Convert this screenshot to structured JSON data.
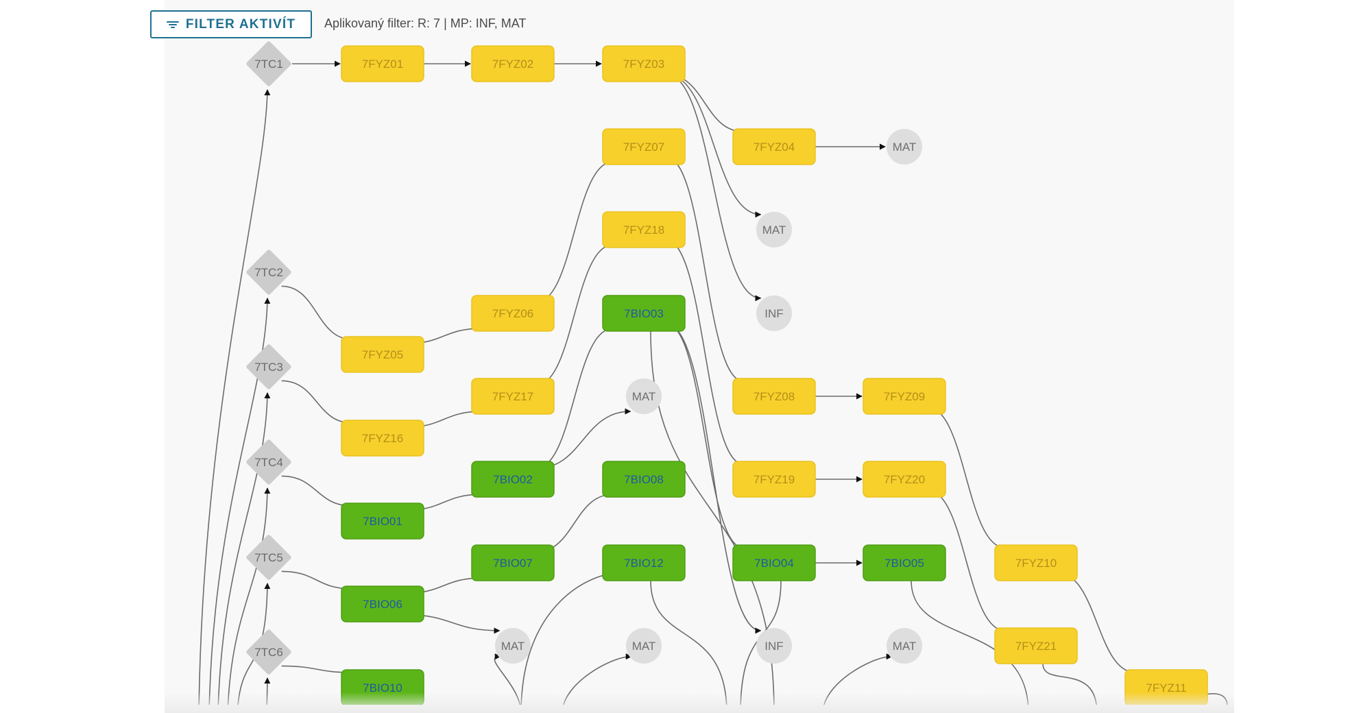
{
  "toolbar": {
    "filter_button_label": "FILTER AKTIVÍT",
    "filter_icon": "filter-lines-icon",
    "applied_filter_text": "Aplikovaný filter: R: 7 | MP: INF, MAT"
  },
  "colors": {
    "physics_node": "#f7d02c",
    "biology_node": "#5cb518",
    "physics_text": "#b58f17",
    "biology_text": "#1d5aa3",
    "topic_diamond": "#cccccc",
    "subject_circle": "#dedede",
    "edge": "#6b6b6b",
    "accent": "#1e6f91"
  },
  "diagram": {
    "nodes": [
      {
        "id": "7TC1",
        "type": "diamond"
      },
      {
        "id": "7TC2",
        "type": "diamond"
      },
      {
        "id": "7TC3",
        "type": "diamond"
      },
      {
        "id": "7TC4",
        "type": "diamond"
      },
      {
        "id": "7TC5",
        "type": "diamond"
      },
      {
        "id": "7TC6",
        "type": "diamond"
      },
      {
        "id": "7FYZ01",
        "type": "physics"
      },
      {
        "id": "7FYZ02",
        "type": "physics"
      },
      {
        "id": "7FYZ03",
        "type": "physics"
      },
      {
        "id": "7FYZ04",
        "type": "physics"
      },
      {
        "id": "7FYZ05",
        "type": "physics"
      },
      {
        "id": "7FYZ06",
        "type": "physics"
      },
      {
        "id": "7FYZ07",
        "type": "physics"
      },
      {
        "id": "7FYZ18",
        "type": "physics"
      },
      {
        "id": "7FYZ16",
        "type": "physics"
      },
      {
        "id": "7FYZ17",
        "type": "physics"
      },
      {
        "id": "7FYZ08",
        "type": "physics"
      },
      {
        "id": "7FYZ09",
        "type": "physics"
      },
      {
        "id": "7FYZ19",
        "type": "physics"
      },
      {
        "id": "7FYZ20",
        "type": "physics"
      },
      {
        "id": "7FYZ10",
        "type": "physics"
      },
      {
        "id": "7FYZ21",
        "type": "physics"
      },
      {
        "id": "7FYZ11",
        "type": "physics"
      },
      {
        "id": "7BIO01",
        "type": "biology"
      },
      {
        "id": "7BIO02",
        "type": "biology"
      },
      {
        "id": "7BIO03",
        "type": "biology"
      },
      {
        "id": "7BIO04",
        "type": "biology"
      },
      {
        "id": "7BIO05",
        "type": "biology"
      },
      {
        "id": "7BIO06",
        "type": "biology"
      },
      {
        "id": "7BIO07",
        "type": "biology"
      },
      {
        "id": "7BIO08",
        "type": "biology"
      },
      {
        "id": "7BIO10",
        "type": "biology"
      },
      {
        "id": "7BIO12",
        "type": "biology"
      },
      {
        "id": "MAT_A",
        "label": "MAT",
        "type": "circle"
      },
      {
        "id": "MAT_B",
        "label": "MAT",
        "type": "circle"
      },
      {
        "id": "INF_A",
        "label": "INF",
        "type": "circle"
      },
      {
        "id": "MAT_C",
        "label": "MAT",
        "type": "circle"
      },
      {
        "id": "MAT_D",
        "label": "MAT",
        "type": "circle"
      },
      {
        "id": "MAT_E",
        "label": "MAT",
        "type": "circle"
      },
      {
        "id": "INF_B",
        "label": "INF",
        "type": "circle"
      },
      {
        "id": "MAT_F",
        "label": "MAT",
        "type": "circle"
      }
    ],
    "edges": [
      [
        "7TC1",
        "7FYZ01"
      ],
      [
        "7FYZ01",
        "7FYZ02"
      ],
      [
        "7FYZ02",
        "7FYZ03"
      ],
      [
        "7FYZ03",
        "7FYZ04"
      ],
      [
        "7FYZ03",
        "MAT_B"
      ],
      [
        "7FYZ03",
        "INF_A"
      ],
      [
        "7FYZ04",
        "MAT_A"
      ],
      [
        "7TC2",
        "7FYZ05"
      ],
      [
        "7FYZ05",
        "7FYZ06"
      ],
      [
        "7FYZ06",
        "7FYZ07"
      ],
      [
        "7FYZ07",
        "7FYZ08"
      ],
      [
        "7FYZ08",
        "7FYZ09"
      ],
      [
        "7FYZ09",
        "7FYZ10"
      ],
      [
        "7FYZ10",
        "7FYZ11"
      ],
      [
        "7TC3",
        "7FYZ16"
      ],
      [
        "7FYZ16",
        "7FYZ17"
      ],
      [
        "7FYZ17",
        "7FYZ18"
      ],
      [
        "7FYZ18",
        "7FYZ19"
      ],
      [
        "7FYZ19",
        "7FYZ20"
      ],
      [
        "7FYZ20",
        "7FYZ21"
      ],
      [
        "7TC4",
        "7BIO01"
      ],
      [
        "7BIO01",
        "7BIO02"
      ],
      [
        "7BIO02",
        "7BIO03"
      ],
      [
        "7BIO02",
        "MAT_C"
      ],
      [
        "7BIO03",
        "7BIO04"
      ],
      [
        "7BIO03",
        "INF_B"
      ],
      [
        "7BIO04",
        "7BIO05"
      ],
      [
        "7TC5",
        "7BIO06"
      ],
      [
        "7BIO06",
        "7BIO07"
      ],
      [
        "7BIO06",
        "MAT_D"
      ],
      [
        "7BIO07",
        "7BIO08"
      ],
      [
        "7TC6",
        "7BIO10"
      ]
    ]
  }
}
